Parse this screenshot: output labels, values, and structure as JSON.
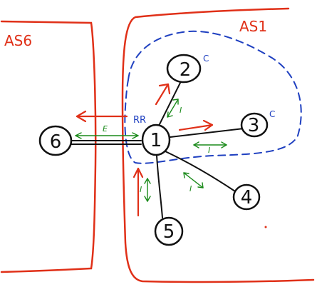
{
  "colors": {
    "as_boundary": "#e03018",
    "rr_cluster": "#1e3fc0",
    "session_arrow": "#1a8a1a",
    "route_arrow": "#e03018",
    "link": "#111111"
  },
  "as_labels": {
    "left": "AS6",
    "right": "AS1"
  },
  "nodes": {
    "n1": "1",
    "n2": "2",
    "n3": "3",
    "n4": "4",
    "n5": "5",
    "n6": "6"
  },
  "annotations": {
    "rr": "RR",
    "client2": "C",
    "client3": "C",
    "ebgp": "E",
    "ibgp_2": "I",
    "ibgp_3": "I",
    "ibgp_4": "I",
    "ibgp_5": "I"
  }
}
